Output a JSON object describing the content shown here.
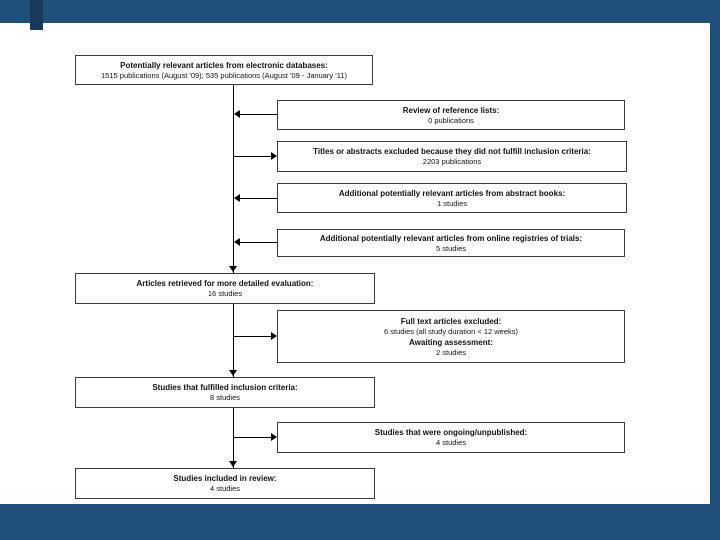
{
  "slide": {
    "frame_color": "#1F4E79",
    "accent_dark": "#173A5B",
    "background": "#ffffff"
  },
  "flowchart": {
    "boxes": {
      "databases": {
        "title": "Potentially relevant articles from electronic databases:",
        "value": "1515 publications (August '09); 535 publications (August '09 - January '11)"
      },
      "reference_lists": {
        "title": "Review of reference lists:",
        "value": "0 publications"
      },
      "excluded_titles": {
        "title": "Titles or abstracts excluded because they did not fulfill inclusion criteria:",
        "value": "2203 publications"
      },
      "abstract_books": {
        "title": "Additional potentially relevant articles from abstract books:",
        "value": "1 studies"
      },
      "online_registries": {
        "title": "Additional potentially relevant articles from online registries of trials:",
        "value": "5 studies"
      },
      "retrieved": {
        "title": "Articles retrieved for more detailed evaluation:",
        "value": "16 studies"
      },
      "fulltext_excluded": {
        "title": "Full text articles excluded:",
        "value": "6 studies (all study duration < 12 weeks)",
        "title2": "Awaiting assessment:",
        "value2": "2 studies"
      },
      "fulfilled": {
        "title": "Studies that fulfilled inclusion criteria:",
        "value": "8 studies"
      },
      "ongoing": {
        "title": "Studies that were ongoing/unpublished:",
        "value": "4 studies"
      },
      "included": {
        "title": "Studies included in review:",
        "value": "4 studies"
      }
    }
  }
}
